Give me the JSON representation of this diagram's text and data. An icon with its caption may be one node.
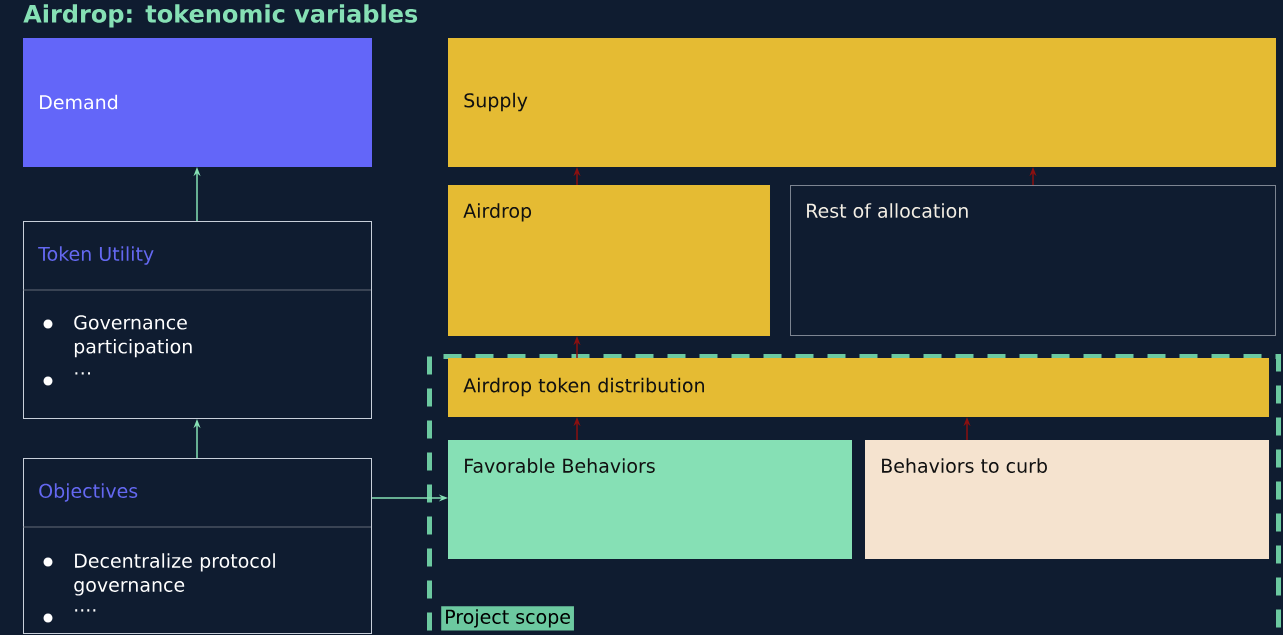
{
  "diagram": {
    "title": "Airdrop: tokenomic variables",
    "nodes": [
      {
        "text": [
          "Demand"
        ]
      },
      {
        "text": [
          "Token Utility",
          "Governance participation",
          "…"
        ]
      },
      {
        "text": [
          "Objectives",
          "Decentralize protocol governance",
          "...."
        ]
      },
      {
        "text": [
          "Supply"
        ]
      },
      {
        "text": [
          "Airdrop"
        ]
      },
      {
        "text": [
          "Rest of allocation"
        ]
      },
      {
        "text": [
          "Project scope"
        ]
      },
      {
        "text": [
          "Airdrop token distribution"
        ],
        "in": 6
      },
      {
        "text": [
          "Favorable Behaviors"
        ],
        "in": 6
      },
      {
        "text": [
          "Behaviors to curb"
        ],
        "in": 6
      }
    ],
    "edges": [
      {
        "from": 1,
        "to": 0,
        "arrow": "to",
        "color": "#86e0b5"
      },
      {
        "from": 2,
        "to": 1,
        "arrow": "to",
        "color": "#86e0b5"
      },
      {
        "from": 2,
        "to": 8,
        "arrow": "to",
        "color": "#86e0b5"
      },
      {
        "from": 4,
        "to": 3,
        "arrow": "to"
      },
      {
        "from": 5,
        "to": 3,
        "arrow": "to"
      },
      {
        "from": 7,
        "to": 4,
        "arrow": "to"
      },
      {
        "from": 8,
        "to": 7,
        "arrow": "to"
      },
      {
        "from": 9,
        "to": 7,
        "arrow": "to"
      }
    ]
  }
}
